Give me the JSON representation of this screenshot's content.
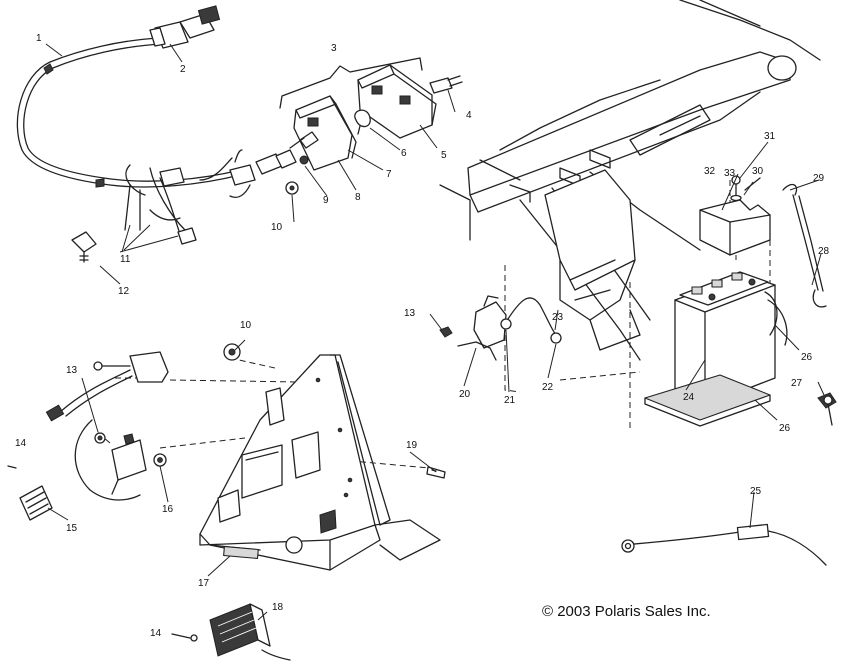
{
  "diagram": {
    "copyright": "© 2003 Polaris Sales Inc.",
    "callouts": [
      "1",
      "2",
      "3",
      "4",
      "5",
      "6",
      "7",
      "8",
      "9",
      "10",
      "11",
      "12",
      "10",
      "13",
      "14",
      "15",
      "16",
      "17",
      "18",
      "14",
      "19",
      "13",
      "20",
      "21",
      "22",
      "23",
      "24",
      "25",
      "26",
      "26",
      "27",
      "28",
      "29",
      "30",
      "31",
      "32",
      "33"
    ]
  }
}
